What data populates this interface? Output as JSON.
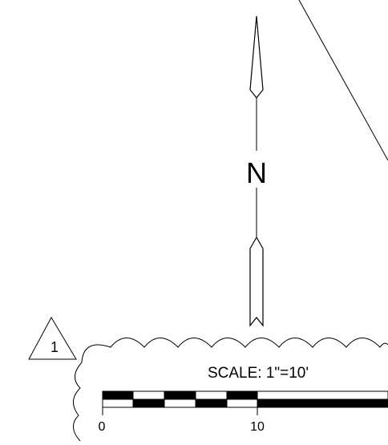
{
  "north_arrow": {
    "label": "N",
    "icon": "north-arrow-icon"
  },
  "revision": {
    "number": "1",
    "icon": "revision-triangle-icon"
  },
  "scale_bar": {
    "label": "SCALE: 1\"=10'",
    "ticks": [
      "0",
      "10"
    ]
  },
  "colors": {
    "ink": "#000000",
    "paper": "#ffffff"
  }
}
